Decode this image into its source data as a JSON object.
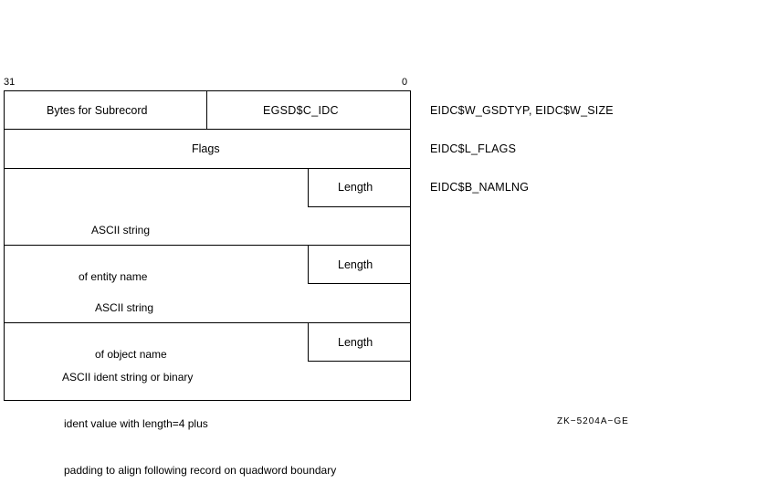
{
  "bit_labels": {
    "high": "31",
    "low": "0"
  },
  "rows": {
    "r1": {
      "left": "Bytes for Subrecord",
      "right": "EGSD$C_IDC"
    },
    "r2": {
      "label": "Flags"
    },
    "r3": {
      "text_line1": "ASCII string",
      "text_line2": "of entity name",
      "length": "Length"
    },
    "r4": {
      "text_line1": "ASCII string",
      "text_line2": "of object name",
      "length": "Length"
    },
    "r5": {
      "text_line1": "ASCII ident string or binary",
      "text_line2": "ident value with length=4 plus",
      "text_line3": "padding to align following record on quadword boundary",
      "length": "Length"
    }
  },
  "field_names": {
    "r1": "EIDC$W_GSDTYP, EIDC$W_SIZE",
    "r2": "EIDC$L_FLAGS",
    "r3": "EIDC$B_NAMLNG"
  },
  "figure_id": "ZK−5204A−GE"
}
